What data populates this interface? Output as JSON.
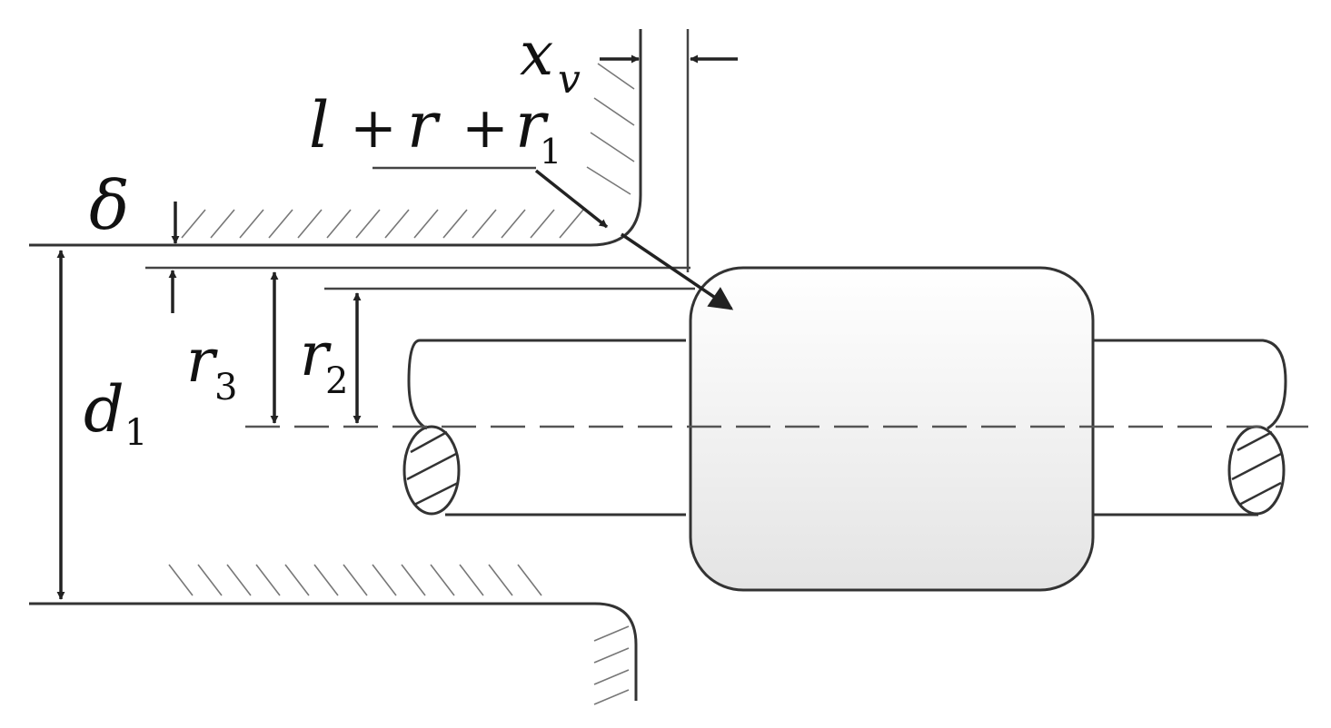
{
  "labels": {
    "delta": {
      "main": "δ"
    },
    "xv": {
      "main": "x",
      "sub": "v"
    },
    "sum": {
      "t1": "l",
      "op1": "+",
      "t2": "r",
      "op2": "+",
      "t3": "r",
      "sub": "1"
    },
    "r3": {
      "main": "r",
      "sub": "3"
    },
    "r2": {
      "main": "r",
      "sub": "2"
    },
    "d1": {
      "main": "d",
      "sub": "1"
    }
  },
  "colors": {
    "stroke": "#333333",
    "hatch": "#777777",
    "ball_top": "#ffffff",
    "ball_bottom": "#e6e6e6"
  }
}
